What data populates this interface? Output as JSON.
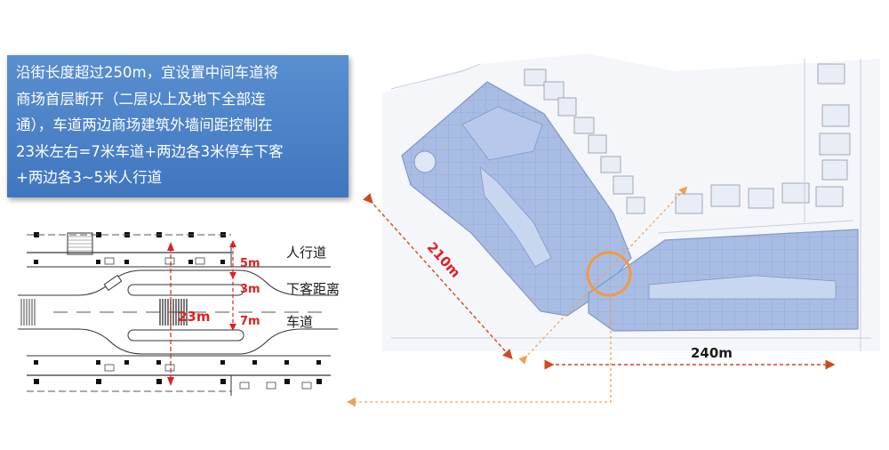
{
  "callout": {
    "lines": [
      "沿街长度超过250m，宜设置中间车道将",
      "商场首层断开（二层以上及地下全部连",
      "通），车道两边商场建筑外墙间距控制在",
      "23米左右=7米车道+两边各3米停车下客",
      "+两边各3~5米人行道"
    ]
  },
  "section": {
    "total": "23m",
    "sidewalk_dim": "5m",
    "dropoff_dim": "3m",
    "lane_dim": "7m",
    "sidewalk_label": "人行道",
    "dropoff_label": "下客距离",
    "lane_label": "车道"
  },
  "site": {
    "left_length": "210m",
    "right_length": "240m"
  },
  "colors": {
    "accent_red": "#e02020",
    "callout_blue": "#4a82c8",
    "plan_blue": "#a9bde4",
    "arrow_orange": "#f0a050"
  }
}
